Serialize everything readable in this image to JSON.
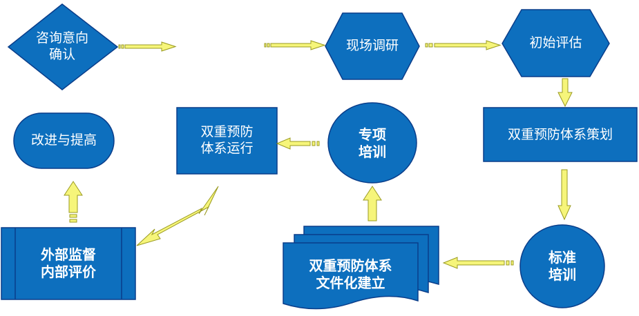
{
  "colors": {
    "node_fill": "#0d6fbe",
    "node_stroke": "#0a3d8a",
    "arrow_fill": "#f6f57a",
    "arrow_stroke": "#9a9a20",
    "text": "#ffffff"
  },
  "nodes": {
    "inquiry": "咨询意向\n确认",
    "site_survey": "现场调研",
    "initial_assessment": "初始评估",
    "system_planning": "双重预防体系策划",
    "standard_training": "标准\n培训",
    "documentation": "双重预防体系\n文件化建立",
    "special_training": "专项\n培训",
    "system_operation": "双重预防\n体系运行",
    "supervision_evaluation": "外部监督\n内部评价",
    "improvement": "改进与提高"
  }
}
